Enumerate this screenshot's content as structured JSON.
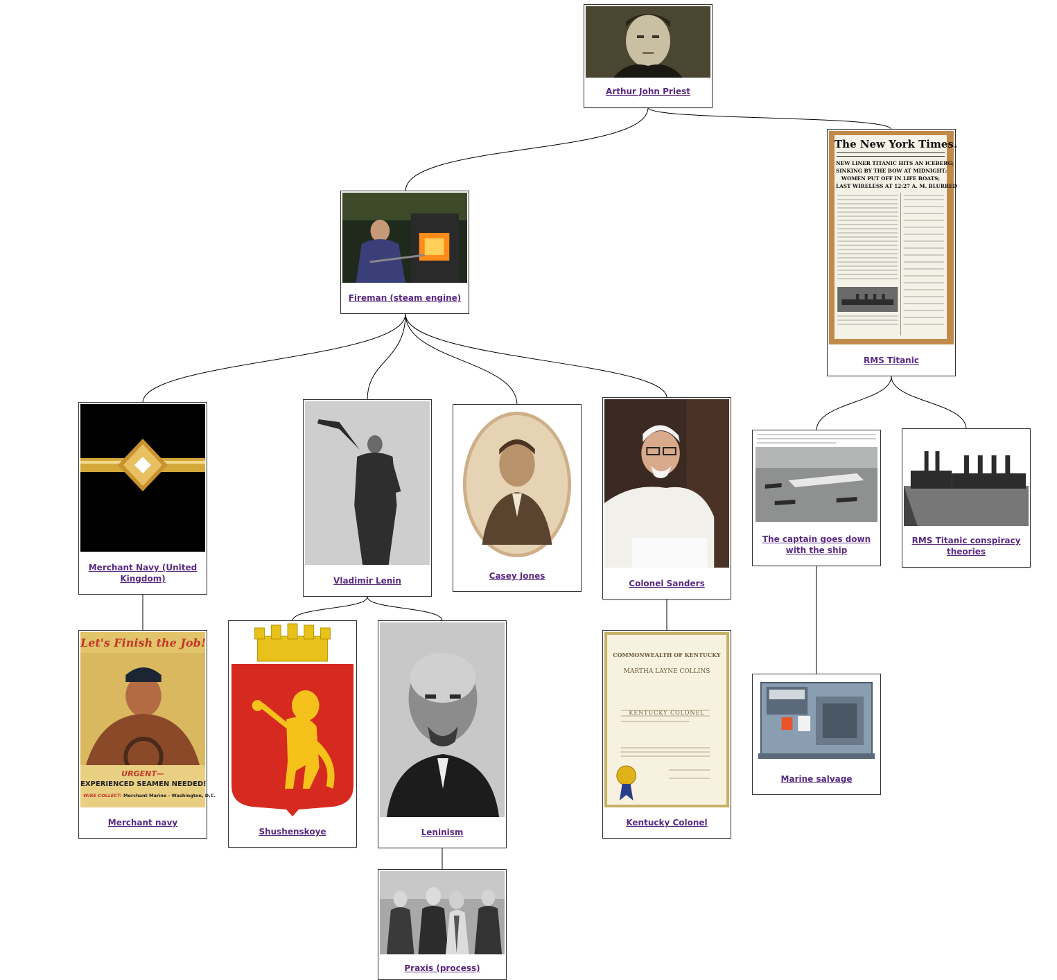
{
  "nodes": {
    "arthur": {
      "label": "Arthur John Priest",
      "image": "portrait-photo"
    },
    "fireman": {
      "label": "Fireman (steam engine)",
      "image": "fireman-photo"
    },
    "titanic": {
      "label": "RMS Titanic",
      "image": "newspaper-front-page",
      "newspaper": {
        "masthead": "The New York Times.",
        "headline": [
          "NEW LINER TITANIC HITS AN ICEBERG;",
          "SINKING BY THE BOW AT MIDNIGHT;",
          "WOMEN PUT OFF IN LIFE BOATS;",
          "LAST WIRELESS AT 12:27 A. M. BLURRED"
        ]
      }
    },
    "merchant_navy_uk": {
      "label": "Merchant Navy (United Kingdom)",
      "image": "rank-insignia"
    },
    "lenin": {
      "label": "Vladimir Lenin",
      "image": "speech-photo"
    },
    "casey": {
      "label": "Casey Jones",
      "image": "oval-portrait"
    },
    "sanders": {
      "label": "Colonel Sanders",
      "image": "photo-signing"
    },
    "captain": {
      "label": "The captain goes down with the ship",
      "image": "sinking-ship-photo"
    },
    "conspiracy": {
      "label": "RMS Titanic conspiracy theories",
      "image": "ships-in-harbor-photo"
    },
    "merchant_navy": {
      "label": "Merchant navy",
      "image": "wartime-poster",
      "poster": {
        "top": "Let's Finish the Job!",
        "urgent": "URGENT—",
        "needed": "EXPERIENCED SEAMEN NEEDED!",
        "wire": "WIRE COLLECT:",
        "merchant": "Merchant Marine - Washington, D.C."
      }
    },
    "shushenskoye": {
      "label": "Shushenskoye",
      "image": "coat-of-arms"
    },
    "leninism": {
      "label": "Leninism",
      "image": "portrait-photo"
    },
    "kentucky": {
      "label": "Kentucky Colonel",
      "image": "certificate",
      "certificate": {
        "heading": "COMMONWEALTH OF KENTUCKY",
        "name": "MARTHA LAYNE COLLINS",
        "title": "KENTUCKY COLONEL"
      }
    },
    "salvage": {
      "label": "Marine salvage",
      "image": "equipment-photo"
    },
    "praxis": {
      "label": "Praxis (process)",
      "image": "group-photo"
    }
  },
  "colors": {
    "link": "#5a2a82",
    "border": "#333333",
    "edge": "#000000"
  }
}
